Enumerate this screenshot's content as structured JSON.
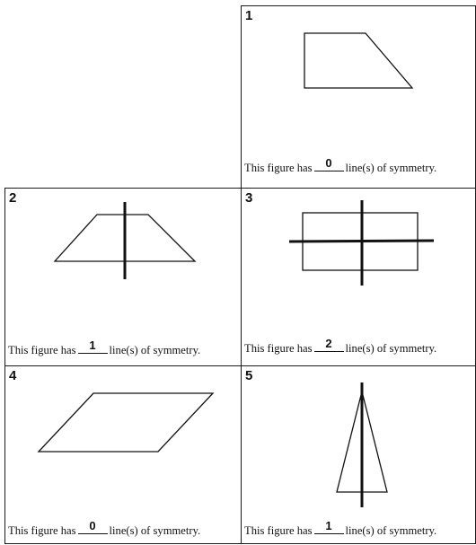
{
  "figures": [
    {
      "number": "1",
      "caption_prefix": "This figure has",
      "answer": "0",
      "caption_suffix": "line(s) of symmetry.",
      "shape": "trapezoid-right-slant"
    },
    {
      "number": "2",
      "caption_prefix": "This figure has",
      "answer": "1",
      "caption_suffix": "line(s) of symmetry.",
      "shape": "isosceles-trapezoid"
    },
    {
      "number": "3",
      "caption_prefix": "This figure has",
      "answer": "2",
      "caption_suffix": "line(s) of symmetry.",
      "shape": "rectangle"
    },
    {
      "number": "4",
      "caption_prefix": "This figure has",
      "answer": "0",
      "caption_suffix": "line(s) of symmetry.",
      "shape": "parallelogram"
    },
    {
      "number": "5",
      "caption_prefix": "This figure has",
      "answer": "1",
      "caption_suffix": "line(s) of symmetry.",
      "shape": "isosceles-triangle"
    }
  ]
}
